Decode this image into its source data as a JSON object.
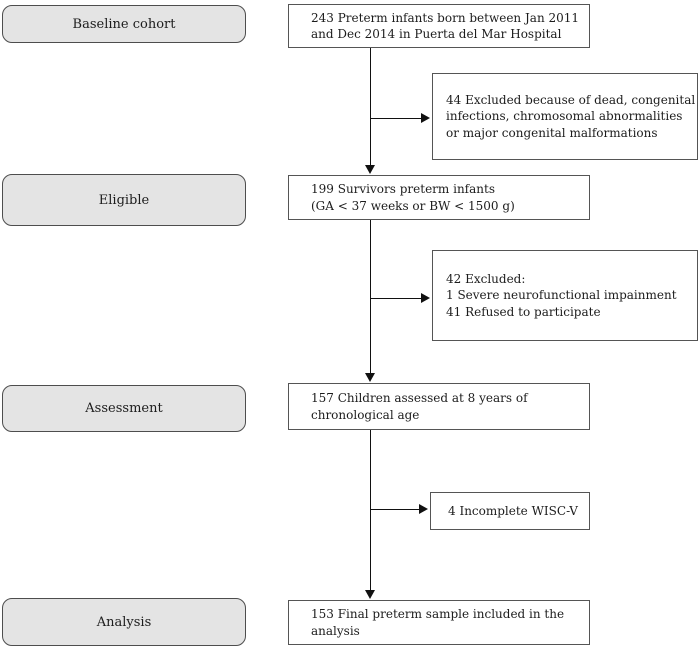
{
  "stages": {
    "baseline": {
      "label": "Baseline cohort"
    },
    "eligible": {
      "label": "Eligible"
    },
    "assessment": {
      "label": "Assessment"
    },
    "analysis": {
      "label": "Analysis"
    }
  },
  "flow": {
    "baseline": {
      "count": 243,
      "lines": [
        "243 Preterm infants born between Jan 2011",
        "and Dec 2014 in Puerta del Mar Hospital"
      ]
    },
    "eligible": {
      "count": 199,
      "lines": [
        "199 Survivors preterm infants",
        "(GA < 37 weeks or BW < 1500 g)"
      ]
    },
    "assessment": {
      "count": 157,
      "lines": [
        "157 Children assessed at 8 years of",
        "chronological age"
      ]
    },
    "analysis": {
      "count": 153,
      "lines": [
        "153 Final preterm sample included in the",
        "analysis"
      ]
    }
  },
  "exclusions": {
    "first": {
      "count": 44,
      "lines": [
        "44 Excluded because of dead, congenital",
        "infections, chromosomal abnormalities",
        "or major congenital malformations"
      ]
    },
    "second": {
      "count": 42,
      "lines": [
        "42 Excluded:",
        "1 Severe neurofunctional impainment",
        "41 Refused to participate"
      ]
    },
    "third": {
      "count": 4,
      "lines": [
        "4 Incomplete WISC-V"
      ]
    }
  },
  "colors": {
    "stage_fill": "#e4e4e4",
    "box_border": "#555555",
    "line": "#111111",
    "text": "#1c1c1c",
    "background": "#ffffff"
  }
}
